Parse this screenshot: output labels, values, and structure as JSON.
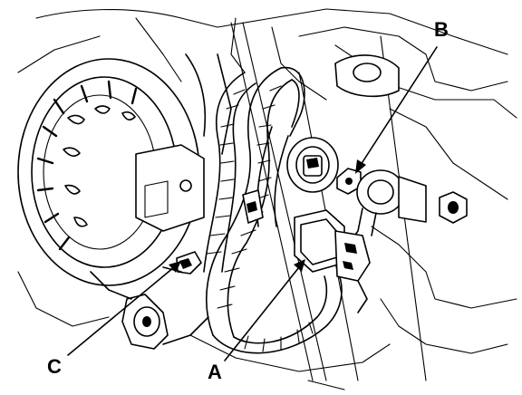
{
  "callouts": {
    "a": {
      "label": "A",
      "part": "connector"
    },
    "b": {
      "label": "B",
      "part": "terminal-washer"
    },
    "c": {
      "label": "C",
      "part": "harness-clip"
    }
  },
  "colors": {
    "ink": "#000000",
    "paper": "#ffffff"
  },
  "icons": [
    "arrow-icon"
  ]
}
